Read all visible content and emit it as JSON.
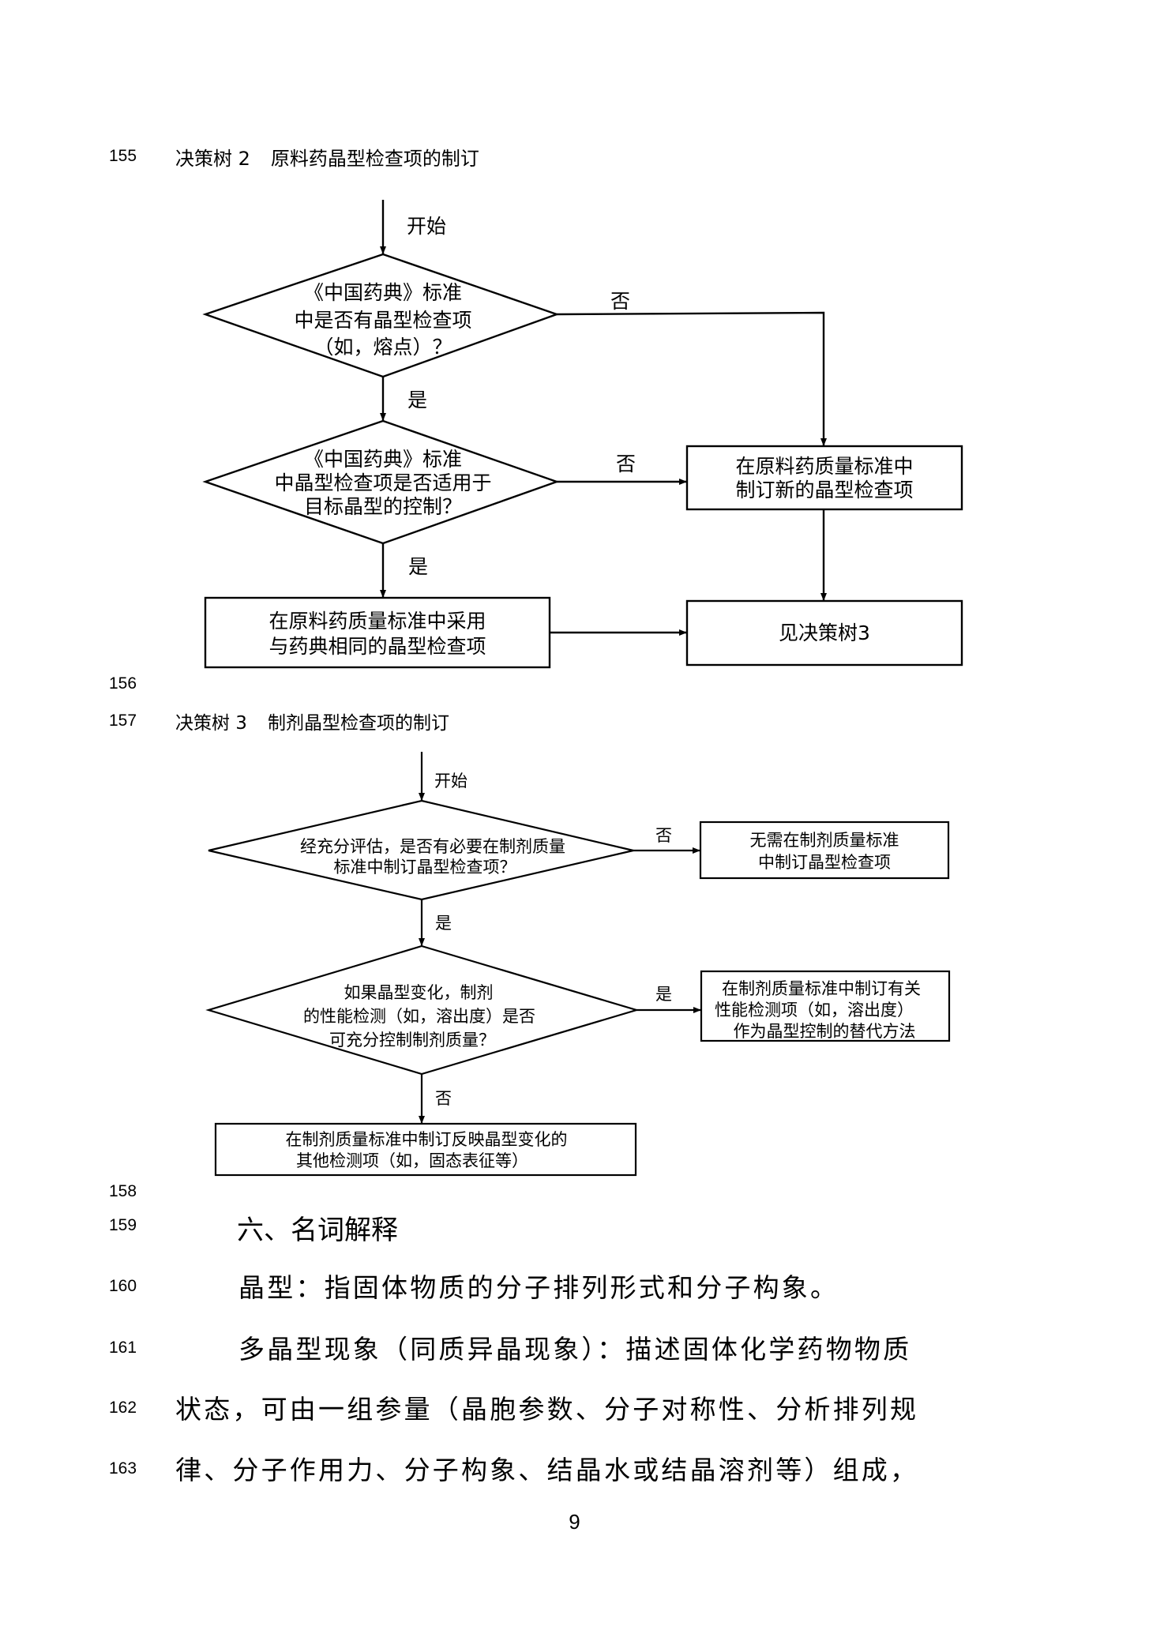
{
  "line_numbers": {
    "l155": "155",
    "l156": "156",
    "l157": "157",
    "l158": "158",
    "l159": "159",
    "l160": "160",
    "l161": "161",
    "l162": "162",
    "l163": "163"
  },
  "tree2": {
    "caption_label": "决策树 2",
    "caption_title": "原料药晶型检查项的制订",
    "start": "开始",
    "decision1": [
      "《中国药典》标准",
      "中是否有晶型检查项",
      "（如，熔点）？"
    ],
    "decision1_no": "否",
    "decision1_yes": "是",
    "decision2": [
      "《中国药典》标准",
      "中晶型检查项是否适用于",
      "目标晶型的控制？"
    ],
    "decision2_no": "否",
    "decision2_yes": "是",
    "box_new": [
      "在原料药质量标准中",
      "制订新的晶型检查项"
    ],
    "box_adopt": [
      "在原料药质量标准中采用",
      "与药典相同的晶型检查项"
    ],
    "box_see": [
      "见决策树3"
    ]
  },
  "tree3": {
    "caption_label": "决策树 3",
    "caption_title": "制剂晶型检查项的制订",
    "start": "开始",
    "decision1": [
      "经充分评估，是否有必要在制剂质量",
      "标准中制订晶型检查项？"
    ],
    "decision1_no": "否",
    "decision1_yes": "是",
    "decision2": [
      "如果晶型变化，制剂",
      "的性能检测（如，溶出度）是否",
      "可充分控制制剂质量？"
    ],
    "decision2_yes": "是",
    "decision2_no": "否",
    "box_none": [
      "无需在制剂质量标准",
      "中制订晶型检查项"
    ],
    "box_perf": [
      "在制剂质量标准中制订有关",
      "性能检测项（如，溶出度）",
      "作为晶型控制的替代方法"
    ],
    "box_other": [
      "在制剂质量标准中制订反映晶型变化的",
      "其他检测项（如，固态表征等）"
    ]
  },
  "section": {
    "heading": "六、名词解释",
    "para1": "晶型：指固体物质的分子排列形式和分子构象。",
    "para2_line1": "多晶型现象（同质异晶现象）：描述固体化学药物物质",
    "para2_line2": "状态，可由一组参量（晶胞参数、分子对称性、分析排列规",
    "para2_line3": "律、分子作用力、分子构象、结晶水或结晶溶剂等）组成，"
  },
  "page_number": "9"
}
